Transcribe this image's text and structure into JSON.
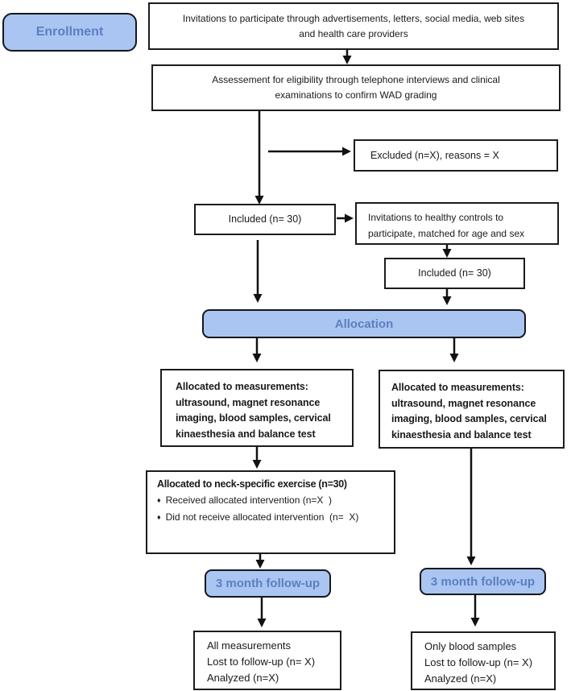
{
  "colors": {
    "stage-fill": "#aac5f1",
    "stage-text": "#5b7fc0",
    "box-border": "#1c1c1e",
    "arrow": "#111111"
  },
  "stages": {
    "enrollment": "Enrollment",
    "allocation": "Allocation",
    "followup_patients": "3 month follow-up",
    "followup_controls": "3 month follow-up"
  },
  "boxes": {
    "invitations": {
      "lines": [
        "Invitations to participate through advertisements, letters, social media, web sites",
        "and health care providers"
      ]
    },
    "assessment": {
      "lines": [
        "Assessement for eligibility through telephone interviews and clinical",
        "examinations to confirm WAD grading"
      ]
    },
    "excluded": "Excluded (n=X), reasons = X",
    "included_patients": "Included (n= 30)",
    "healthy_controls": {
      "lines": [
        "Invitations to healthy controls to",
        "participate, matched for age and sex"
      ]
    },
    "included_controls": "Included (n= 30)",
    "allocated_patients": {
      "lines": [
        "Allocated to measurements:",
        "ultrasound, magnet resonance",
        "imaging, blood samples, cervical",
        "kinaesthesia and balance test"
      ]
    },
    "allocated_controls": {
      "lines": [
        "Allocated to measurements:",
        "ultrasound, magnet resonance",
        "imaging, blood samples, cervical",
        "kinaesthesia and balance test"
      ]
    },
    "neck_specific": {
      "title": "Allocated to neck-specific exercise (n=30)",
      "bullets": [
        "Received allocated intervention (n=X  )",
        "Did not receive allocated intervention  (n=  X)"
      ]
    },
    "outcome_patients": {
      "lines": [
        "All measurements",
        "Lost to follow-up (n= X)",
        "Analyzed (n=X)"
      ]
    },
    "outcome_controls": {
      "lines": [
        "Only blood samples",
        "Lost to follow-up (n= X)",
        "Analyzed (n=X)"
      ]
    }
  },
  "glyphs": {
    "bullet": "♦"
  }
}
